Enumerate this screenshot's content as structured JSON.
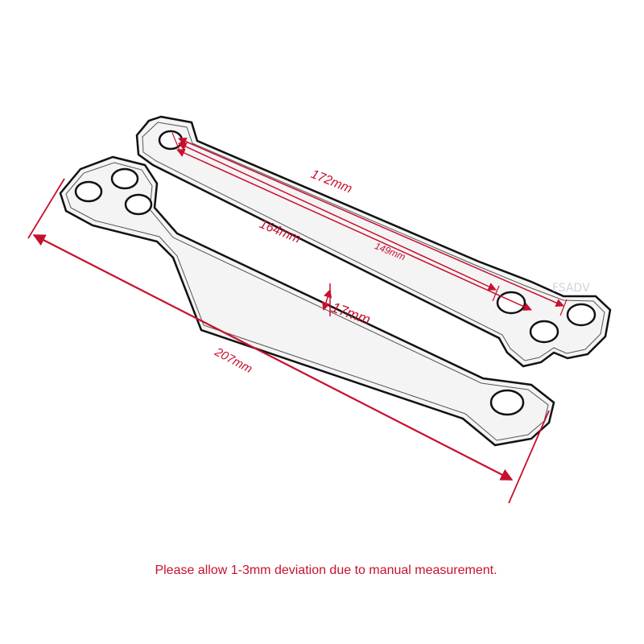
{
  "dimensions": {
    "link_long_length": "207mm",
    "link_width": "17mm",
    "link_short_hole_span_outer": "172mm",
    "link_short_hole_span_inner": "164mm",
    "link_short_hole_span_mid": "149mm"
  },
  "watermark": "FSADV",
  "note": "Please allow 1-3mm deviation due to manual measurement.",
  "colors": {
    "dimension": "#c8102e",
    "outline": "#111111",
    "background": "#ffffff"
  }
}
